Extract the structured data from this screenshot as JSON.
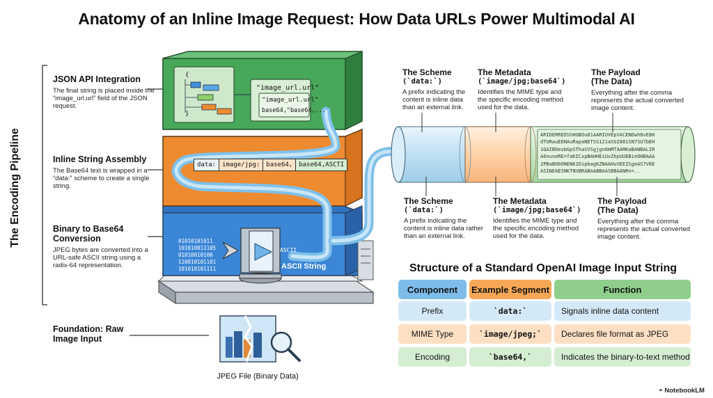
{
  "title": "Anatomy of an Inline Image Request: How Data URLs Power Multimodal AI",
  "pipeline_label": "The Encoding Pipeline",
  "stages": [
    {
      "heading": "JSON API Integration",
      "text": "The final string is placed inside the “image_url.url” field of the JSON request."
    },
    {
      "heading": "Inline String Assembly",
      "text": "The Base64 text is wrapped in a “data:” scheme to create a single string."
    },
    {
      "heading": "Binary to Base64 Conversion",
      "text": "JPEG bytes are converted into a URL-safe ASCII string using a radix-64 representation."
    },
    {
      "heading": "Foundation: Raw Image Input",
      "text": ""
    }
  ],
  "json_layer": {
    "brace_open": "{",
    "brace_close": "}",
    "key_label": "\"image_url.url\"",
    "inner_key": "\"image_url.url\"",
    "inner_value": "base64,\"base64,..."
  },
  "string_layer": {
    "segments": [
      "data:",
      "image/jpg:",
      "base64,",
      "base64,ASCTI"
    ]
  },
  "binary_layer": {
    "bits": [
      "01010101011",
      "101010011105",
      "01010010100",
      "110010101101",
      "101010101111"
    ],
    "ascii_tag": "ASCII",
    "ascii_label": "ASCII String"
  },
  "foundation": {
    "file_label": "JPEG File (Binary Data)"
  },
  "tube_callouts_top": [
    {
      "heading": "The Scheme",
      "code": "(`data:`)",
      "text": "A prefix indicating the content is inline data than an external link."
    },
    {
      "heading": "The Metadata",
      "code": "(`image/jpg;base64`)",
      "text": "Identifies the MIME type and the specific encoding method used for the data."
    },
    {
      "heading": "The Payload",
      "code": "(The Data)",
      "text": "Everything after the comma represents the actual converted image content."
    }
  ],
  "tube_callouts_bottom": [
    {
      "heading": "The Scheme",
      "code": "(`data:`)",
      "text": "A prefix indicating the content is inline data rather than an external link."
    },
    {
      "heading": "The Metadata",
      "code": "(`image/jpg;base64`)",
      "text": "Identifies the MIME type and the specific encoding method used for the data."
    },
    {
      "heading": "The Payload",
      "code": "(The Data)",
      "text": "Everything after the comma represents the actual converted image content."
    }
  ],
  "payload_lines": [
    "ARIDERREDShHGBOu81AARIUVEpVACENDwh8vE8H",
    "dTURauEENAuRapaNETSS121aSGI881SN7SU7bEH",
    "1GAIBOevbGpSThaSVSgjgn6mMTAAMKaBANBALIR",
    "A6nuneRE=faKICxpBAHHEiUvZhpUUEBieOHBAAA",
    "2PBaBObONENK2OipbagKZNAAHuVEEISgeAS7V6E",
    "ASINEAESNKTNVBRABAABBAASBBAANRn=.."
  ],
  "table": {
    "title": "Structure of a Standard OpenAI Image Input String",
    "headers": [
      "Component",
      "Example Segment",
      "Function"
    ],
    "rows": [
      [
        "Prefix",
        "`data:`",
        "Signals inline data content"
      ],
      [
        "MIME Type",
        "`image/jpeg;`",
        "Declares file format as JPEG"
      ],
      [
        "Encoding",
        "`base64,`",
        "Indicates the binary-to-text method"
      ]
    ]
  },
  "watermark": "NotebookLM",
  "colors": {
    "green": "#3f9a4f",
    "orange": "#ee8a2f",
    "blue": "#2f74c2",
    "tube_blue": "#bfe0f3",
    "tube_orange": "#ffd2a8",
    "tube_green": "#c6e8c2",
    "hdr_blue": "#7ebdea",
    "hdr_orange": "#f7a857",
    "hdr_green": "#8fcf8b",
    "row_blue": "#d4e9f7",
    "row_orange": "#fde0c4",
    "row_green": "#d5eed3"
  }
}
